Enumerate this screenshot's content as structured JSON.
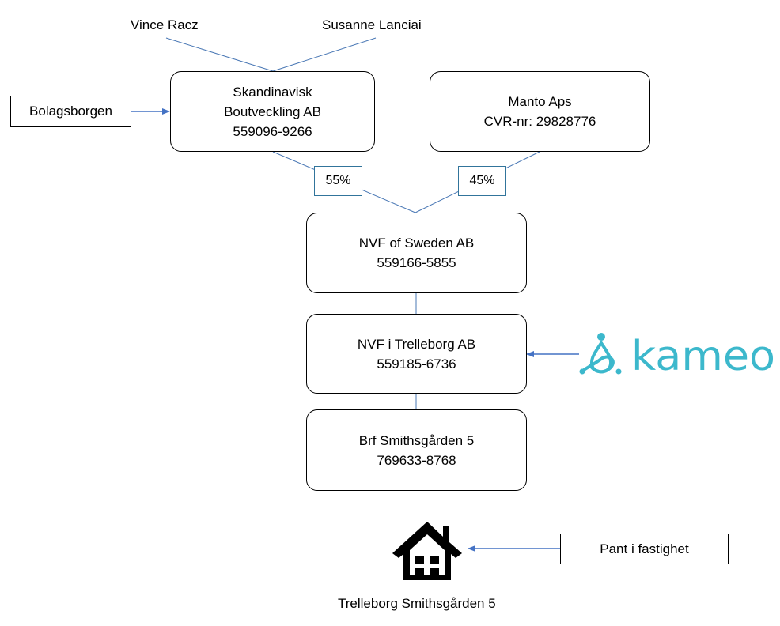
{
  "owners": {
    "person_1": "Vince Racz",
    "person_2": "Susanne Lanciai"
  },
  "entities": {
    "skandinavisk": {
      "line1": "Skandinavisk",
      "line2": "Boutveckling AB",
      "org_nr": "559096-9266"
    },
    "manto": {
      "line1": "Manto Aps",
      "org_nr": "CVR-nr: 29828776"
    },
    "nvf_sweden": {
      "line1": "NVF of Sweden AB",
      "org_nr": "559166-5855"
    },
    "nvf_trelleborg": {
      "line1": "NVF i Trelleborg AB",
      "org_nr": "559185-6736"
    },
    "brf": {
      "line1": "Brf Smithsgården 5",
      "org_nr": "769633-8768"
    }
  },
  "ownership": {
    "skandinavisk_share": "55%",
    "manto_share": "45%"
  },
  "external": {
    "bolagsborgen": "Bolagsborgen",
    "pant": "Pant i fastighet",
    "lender_logo_text": "kameo"
  },
  "property": {
    "name": "Trelleborg Smithsgården 5",
    "icon": "house-icon"
  },
  "colors": {
    "arrow": "#4472c4",
    "connector": "#4a78b5",
    "kameo": "#3cb8cc",
    "pct_border": "#31749b"
  }
}
